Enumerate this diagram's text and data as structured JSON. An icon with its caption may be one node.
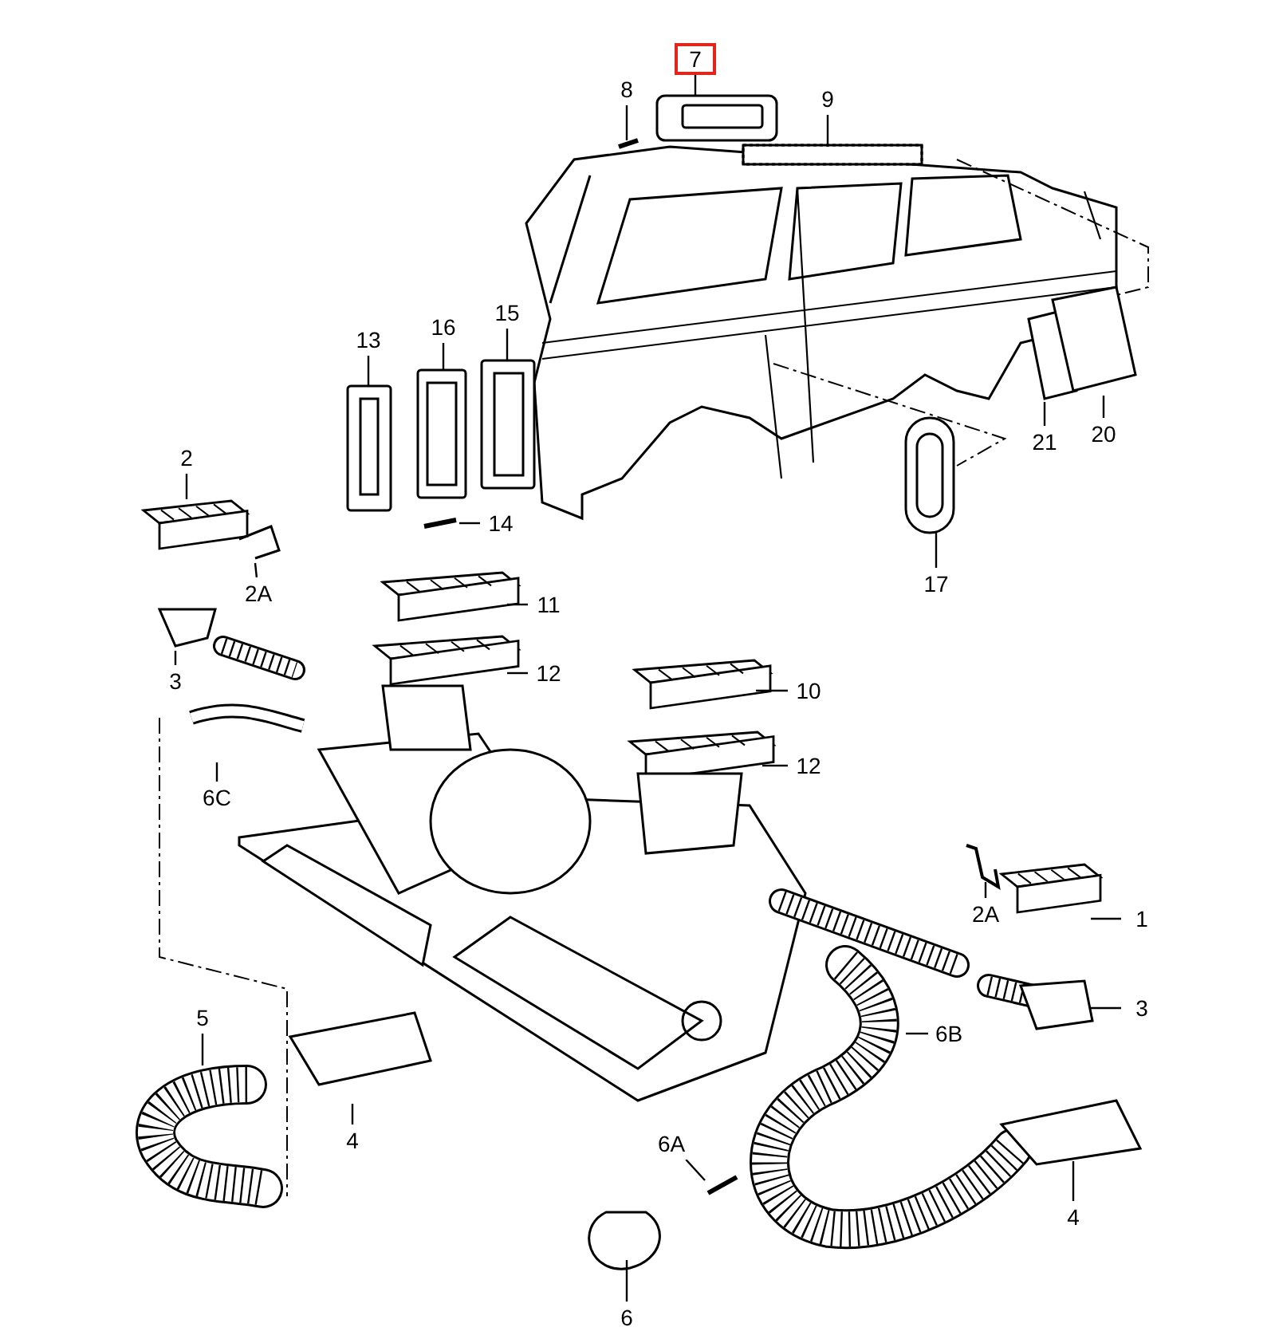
{
  "diagram": {
    "nodes": [
      {
        "text": [
          "7"
        ]
      },
      {
        "text": [
          "8"
        ]
      },
      {
        "text": [
          "9"
        ]
      },
      {
        "text": [
          "13"
        ]
      },
      {
        "text": [
          "16"
        ]
      },
      {
        "text": [
          "15"
        ]
      },
      {
        "text": [
          "2"
        ]
      },
      {
        "text": [
          "14"
        ]
      },
      {
        "text": [
          "21"
        ]
      },
      {
        "text": [
          "20"
        ]
      },
      {
        "text": [
          "2A"
        ]
      },
      {
        "text": [
          "11"
        ]
      },
      {
        "text": [
          "17"
        ]
      },
      {
        "text": [
          "3"
        ]
      },
      {
        "text": [
          "12"
        ]
      },
      {
        "text": [
          "10"
        ]
      },
      {
        "text": [
          "6C"
        ]
      },
      {
        "text": [
          "12"
        ]
      },
      {
        "text": [
          "1"
        ]
      },
      {
        "text": [
          "2A"
        ]
      },
      {
        "text": [
          "3"
        ]
      },
      {
        "text": [
          "5"
        ]
      },
      {
        "text": [
          "6B"
        ]
      },
      {
        "text": [
          "4"
        ]
      },
      {
        "text": [
          "6A"
        ]
      },
      {
        "text": [
          "4"
        ]
      },
      {
        "text": [
          "6"
        ]
      }
    ],
    "edges": [
      {
        "from": 0,
        "to": null,
        "arrow": "none"
      },
      {
        "from": 1,
        "to": null,
        "arrow": "none"
      },
      {
        "from": 2,
        "to": null,
        "arrow": "none"
      },
      {
        "from": 3,
        "to": null,
        "arrow": "none"
      },
      {
        "from": 4,
        "to": null,
        "arrow": "none"
      },
      {
        "from": 5,
        "to": null,
        "arrow": "none"
      },
      {
        "from": 6,
        "to": null,
        "arrow": "none"
      },
      {
        "from": 7,
        "to": null,
        "arrow": "none"
      },
      {
        "from": 8,
        "to": null,
        "arrow": "none"
      },
      {
        "from": 9,
        "to": null,
        "arrow": "none"
      },
      {
        "from": 10,
        "to": null,
        "arrow": "none"
      },
      {
        "from": 11,
        "to": null,
        "arrow": "none"
      },
      {
        "from": 12,
        "to": null,
        "arrow": "none"
      },
      {
        "from": 13,
        "to": null,
        "arrow": "none"
      },
      {
        "from": 14,
        "to": null,
        "arrow": "none"
      },
      {
        "from": 15,
        "to": null,
        "arrow": "none"
      },
      {
        "from": 16,
        "to": null,
        "arrow": "none"
      },
      {
        "from": 17,
        "to": null,
        "arrow": "none"
      },
      {
        "from": 18,
        "to": null,
        "arrow": "none"
      },
      {
        "from": 19,
        "to": null,
        "arrow": "none"
      },
      {
        "from": 20,
        "to": null,
        "arrow": "none"
      },
      {
        "from": 21,
        "to": null,
        "arrow": "none"
      },
      {
        "from": 22,
        "to": null,
        "arrow": "none"
      },
      {
        "from": 23,
        "to": null,
        "arrow": "none"
      },
      {
        "from": 24,
        "to": null,
        "arrow": "none"
      },
      {
        "from": 25,
        "to": null,
        "arrow": "none"
      },
      {
        "from": 26,
        "to": null,
        "arrow": "none"
      }
    ]
  }
}
